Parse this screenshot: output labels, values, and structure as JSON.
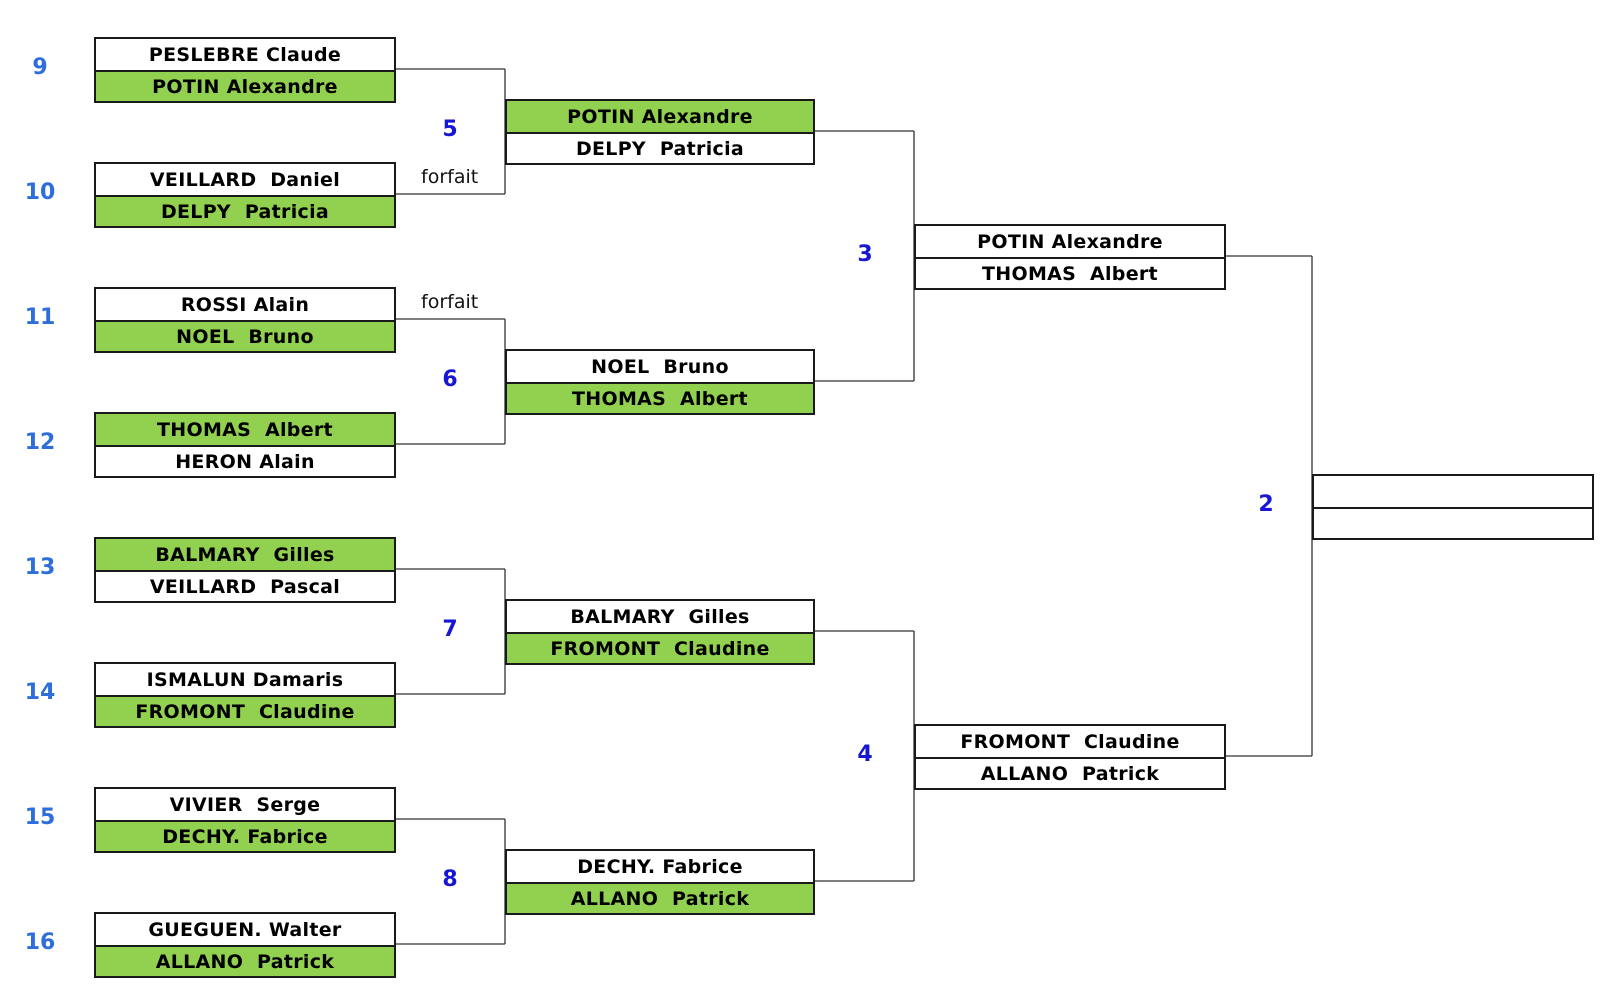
{
  "round1": [
    {
      "seed": "9",
      "top": "PESLEBRE Claude",
      "bottom": "POTIN Alexandre",
      "winner": "bottom",
      "note": ""
    },
    {
      "seed": "10",
      "top": "VEILLARD  Daniel",
      "bottom": "DELPY  Patricia",
      "winner": "bottom",
      "note": "forfait"
    },
    {
      "seed": "11",
      "top": "ROSSI Alain",
      "bottom": "NOEL  Bruno",
      "winner": "bottom",
      "note": "forfait"
    },
    {
      "seed": "12",
      "top": "THOMAS  Albert",
      "bottom": "HERON Alain",
      "winner": "top",
      "note": ""
    },
    {
      "seed": "13",
      "top": "BALMARY  Gilles",
      "bottom": "VEILLARD  Pascal",
      "winner": "top",
      "note": ""
    },
    {
      "seed": "14",
      "top": "ISMALUN Damaris",
      "bottom": "FROMONT  Claudine",
      "winner": "bottom",
      "note": ""
    },
    {
      "seed": "15",
      "top": "VIVIER  Serge",
      "bottom": "DECHY. Fabrice",
      "winner": "bottom",
      "note": ""
    },
    {
      "seed": "16",
      "top": "GUEGUEN. Walter",
      "bottom": "ALLANO  Patrick",
      "winner": "bottom",
      "note": ""
    }
  ],
  "round2": [
    {
      "number": "5",
      "top": "POTIN Alexandre",
      "bottom": "DELPY  Patricia",
      "winner": "top"
    },
    {
      "number": "6",
      "top": "NOEL  Bruno",
      "bottom": "THOMAS  Albert",
      "winner": "bottom"
    },
    {
      "number": "7",
      "top": "BALMARY  Gilles",
      "bottom": "FROMONT  Claudine",
      "winner": "bottom"
    },
    {
      "number": "8",
      "top": "DECHY. Fabrice",
      "bottom": "ALLANO  Patrick",
      "winner": "bottom"
    }
  ],
  "round3": [
    {
      "number": "3",
      "top": "POTIN Alexandre",
      "bottom": "THOMAS  Albert",
      "winner": "none"
    },
    {
      "number": "4",
      "top": "FROMONT  Claudine",
      "bottom": "ALLANO  Patrick",
      "winner": "none"
    }
  ],
  "final": {
    "number": "2",
    "top": "",
    "bottom": "",
    "winner": "none"
  },
  "colors": {
    "winner": "#92d050",
    "seed": "#2e6edb",
    "match_number": "#1616d4"
  }
}
